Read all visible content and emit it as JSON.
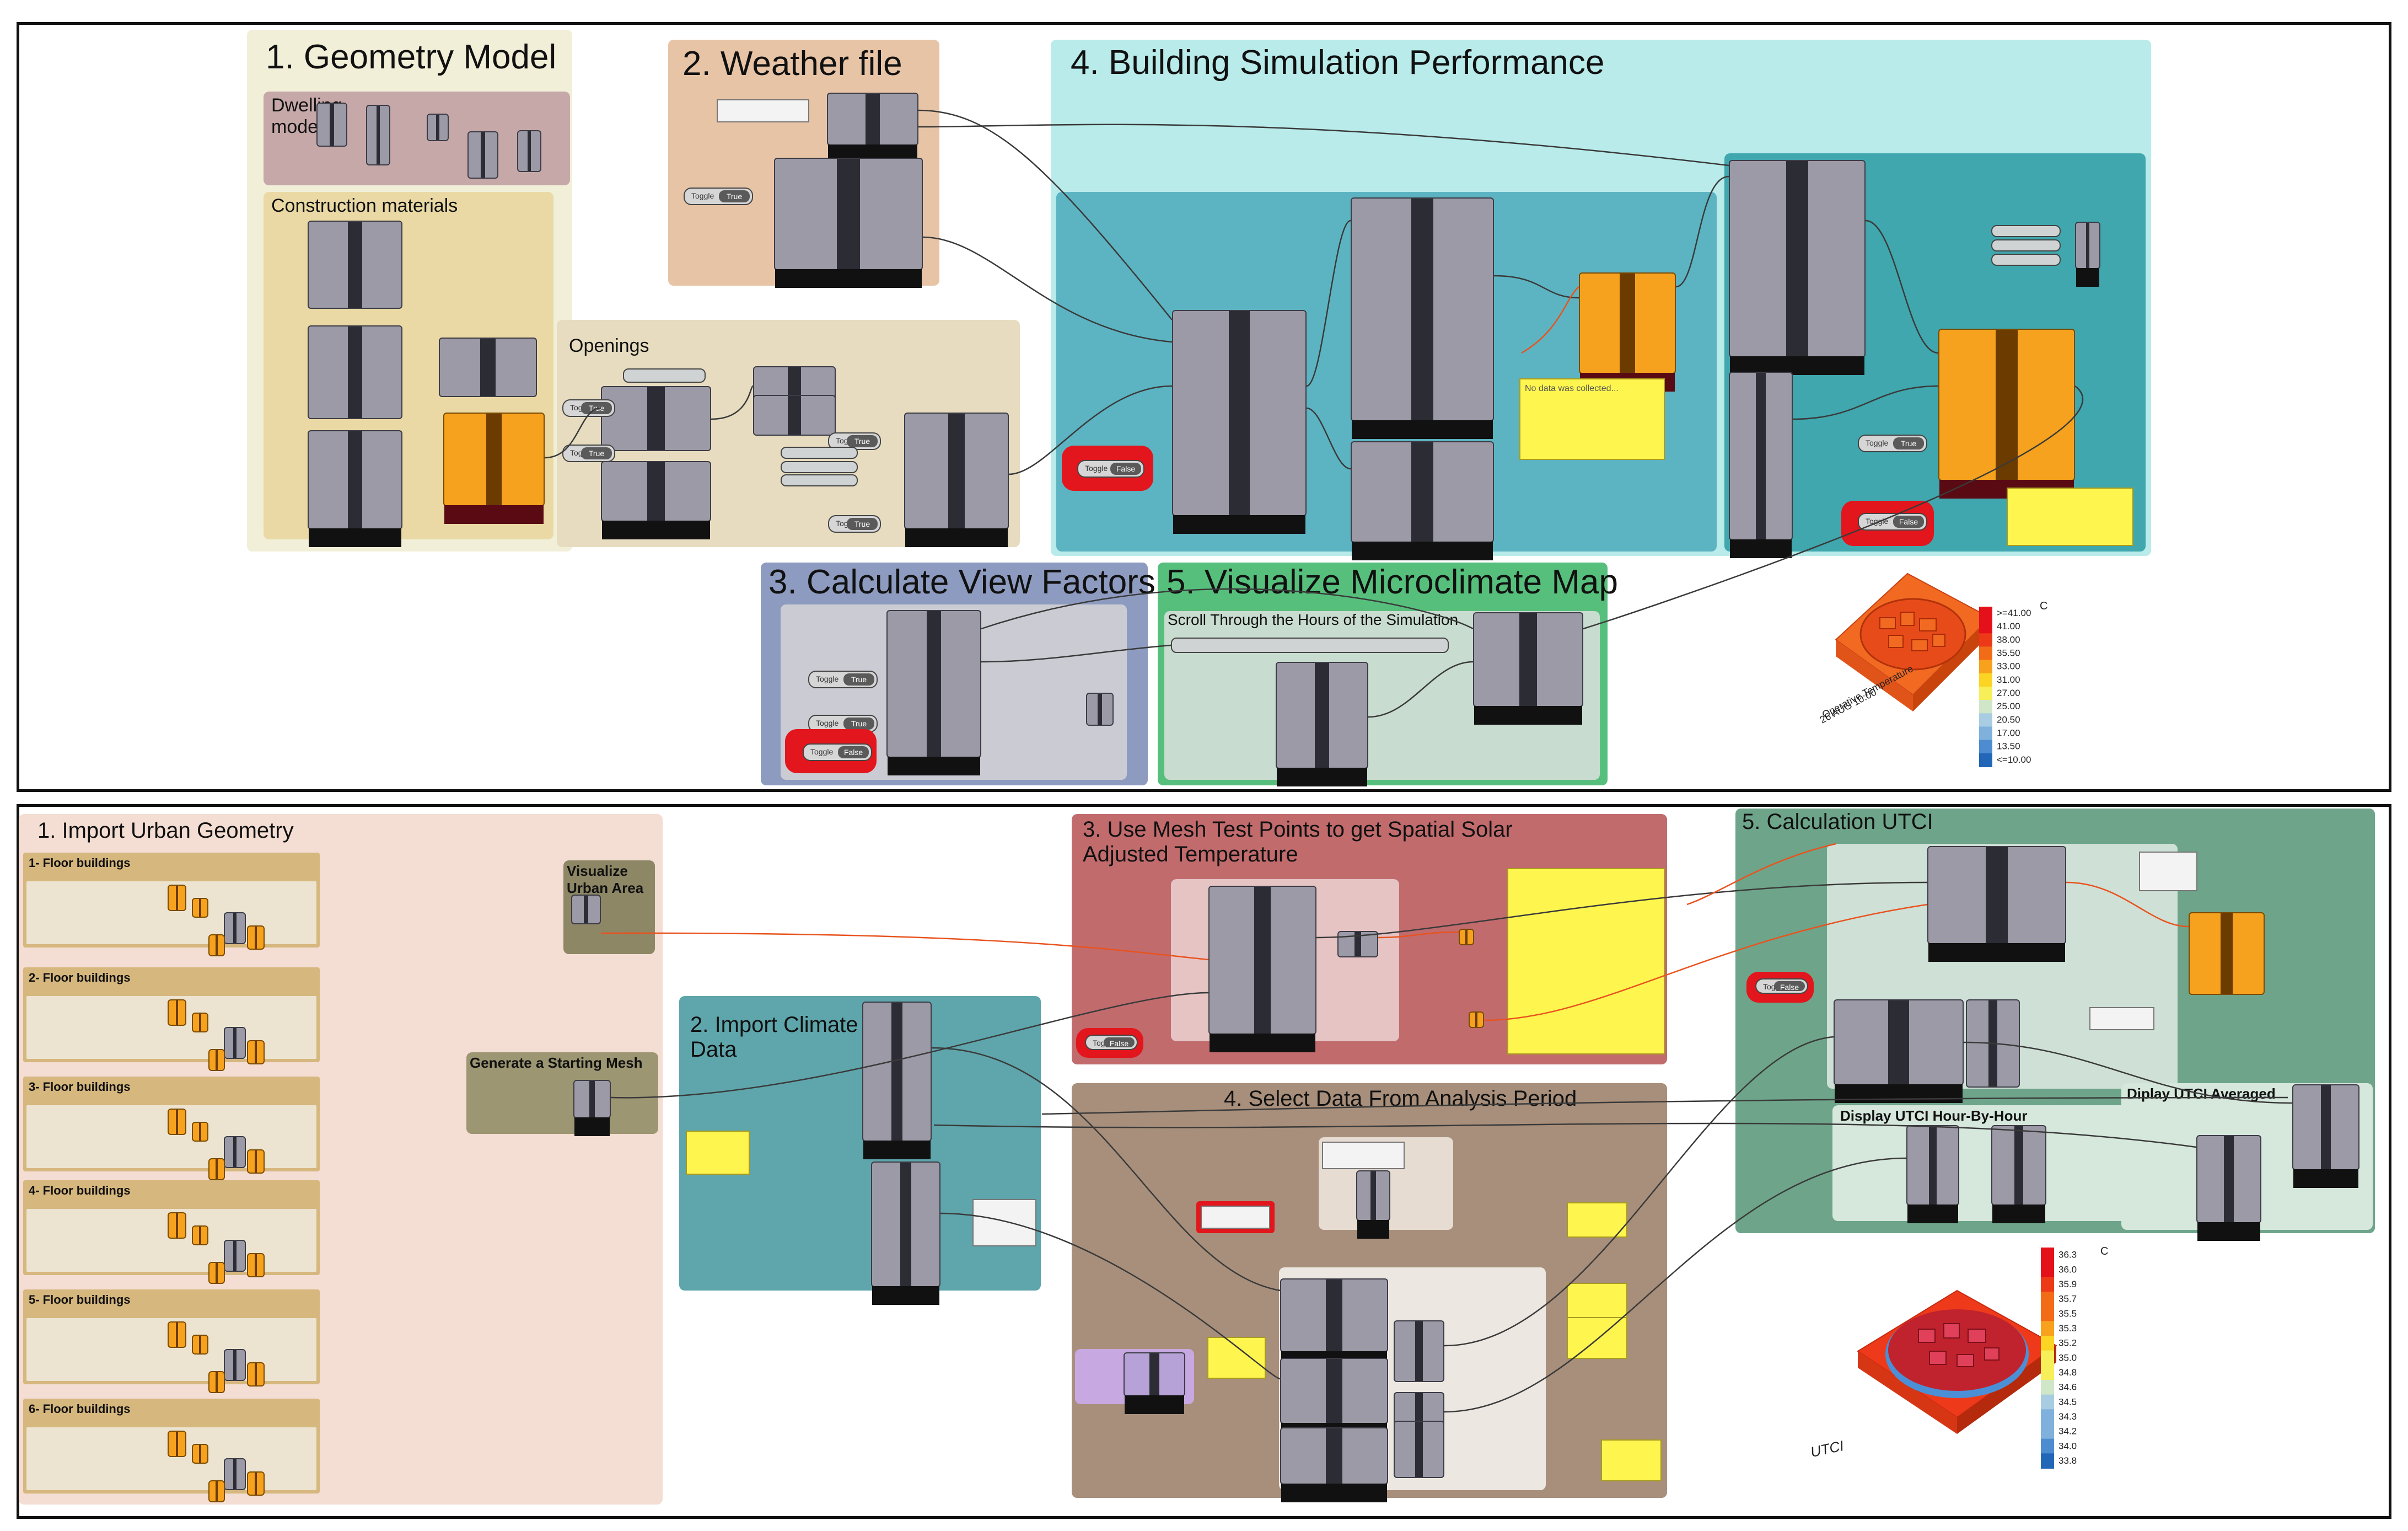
{
  "top_section": {
    "groups": {
      "geometry": "1. Geometry Model",
      "weather": "2. Weather file",
      "building_sim": "4. Building Simulation Performance",
      "view_factors": "3. Calculate View Factors",
      "microclimate": "5. Visualize Microclimate Map"
    },
    "subgroups": {
      "dwelling": "Dwelling model",
      "construction": "Construction materials",
      "openings": "Openings",
      "scroll_hours": "Scroll Through the Hours of the Simulation"
    },
    "note_text": "No data was collected...",
    "toggles": {
      "on": "True",
      "off": "False",
      "label": "Toggle"
    },
    "legend1": {
      "title": "Operative Temperature",
      "subtitle": "26 AUG 10:00",
      "unit": "C",
      "ticks": [
        ">=41.00",
        "41.00",
        "38.00",
        "35.50",
        "33.00",
        "31.00",
        "27.00",
        "25.00",
        "20.50",
        "17.00",
        "13.50",
        "<=10.00"
      ]
    }
  },
  "bottom_section": {
    "groups": {
      "import_urban": "1. Import Urban Geometry",
      "import_climate": "2. Import Climate Data",
      "mesh_test": "3. Use Mesh Test Points to get Spatial Solar Adjusted Temperature",
      "select_data": "4. Select Data From Analysis Period",
      "utci": "5. Calculation UTCI"
    },
    "subgroups": {
      "floor1": "1- Floor buildings",
      "floor2": "2- Floor buildings",
      "floor3": "3- Floor buildings",
      "floor4": "4- Floor buildings",
      "floor5": "5- Floor buildings",
      "floor6": "6- Floor buildings",
      "visualize_urban": "Visualize Urban Area",
      "starting_mesh": "Generate a Starting Mesh",
      "utci_hourly": "Display UTCI Hour-By-Hour",
      "utci_avg": "Diplay UTCI Averaged"
    },
    "legend2": {
      "title": "UTCI",
      "unit": "C",
      "ticks": [
        "36.3",
        "36.0",
        "35.9",
        "35.7",
        "35.5",
        "35.3",
        "35.2",
        "35.0",
        "34.8",
        "34.6",
        "34.5",
        "34.3",
        "34.2",
        "34.0",
        "33.8"
      ]
    }
  },
  "colors": {
    "geometry_bg": "#f2f0d9",
    "weather_bg": "#e9c3a6",
    "sim_bg": "#b9eaea",
    "sim_inner": "#5bb3c0",
    "view_bg": "#8f9bbf",
    "micro_bg": "#59c07f",
    "urban_bg": "#f4ddd2",
    "climate_bg": "#5fa6ac",
    "mesh_bg": "#c16b6d",
    "select_bg": "#a88f7b",
    "utci_bg": "#6ea58a",
    "wire_orange": "#e8531e"
  }
}
